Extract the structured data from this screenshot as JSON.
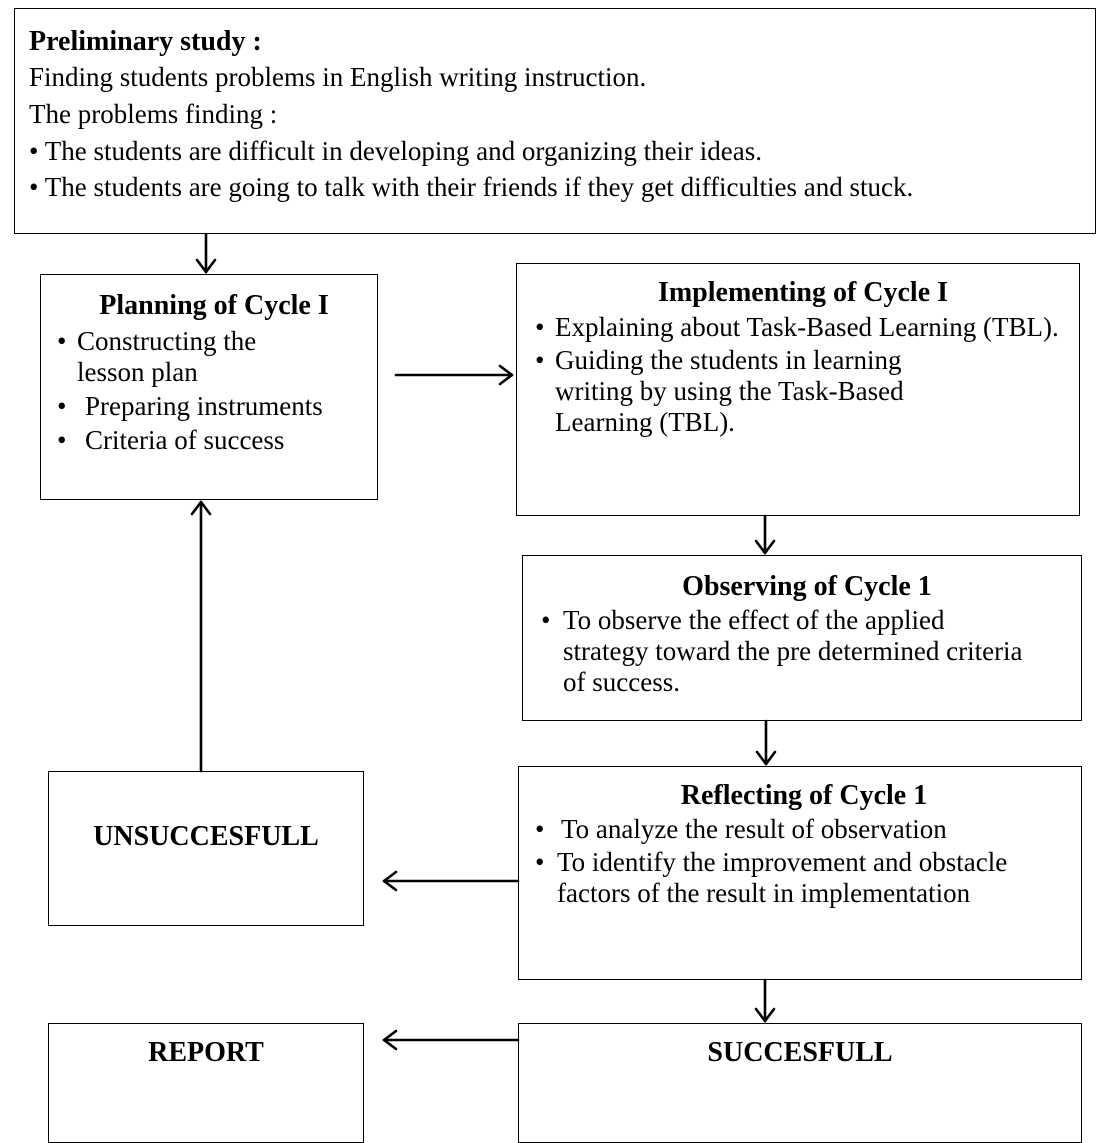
{
  "preliminary": {
    "title": "Preliminary study :",
    "line1": "Finding students problems in English writing instruction.",
    "line2": "The problems finding :",
    "bullets": [
      "The students are difficult in developing and organizing their ideas.",
      "The students are going to talk with their friends if they get difficulties and stuck."
    ]
  },
  "planning": {
    "title": "Planning of Cycle I",
    "bullets": [
      "Constructing the lesson plan",
      "Preparing instruments",
      "Criteria of success"
    ]
  },
  "implementing": {
    "title": "Implementing of Cycle I",
    "bullets": [
      "Explaining about Task-Based Learning (TBL).",
      "Guiding the students in learning writing by using the Task-Based Learning (TBL)."
    ]
  },
  "observing": {
    "title": "Observing of Cycle 1",
    "bullets": [
      "To observe the effect of the applied strategy toward the pre determined criteria of success."
    ]
  },
  "reflecting": {
    "title": "Reflecting of Cycle 1",
    "bullets": [
      "To analyze the result of observation",
      "To identify the improvement and obstacle factors of the result in implementation"
    ]
  },
  "unsuccessful": {
    "label": "UNSUCCESFULL"
  },
  "report": {
    "label": "REPORT"
  },
  "successful": {
    "label": "SUCCESFULL"
  },
  "bullet_glyph": "•"
}
